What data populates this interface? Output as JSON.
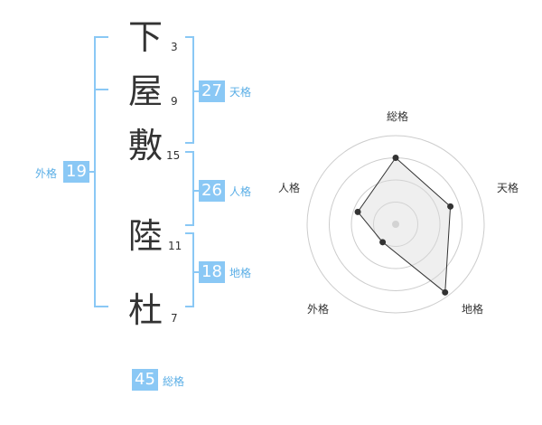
{
  "name_chars": [
    {
      "char": "下",
      "strokes": "3"
    },
    {
      "char": "屋",
      "strokes": "9"
    },
    {
      "char": "敷",
      "strokes": "15"
    },
    {
      "char": "陸",
      "strokes": "11"
    },
    {
      "char": "杜",
      "strokes": "7"
    }
  ],
  "kakusu": {
    "tenkaku": {
      "value": "27",
      "label": "天格"
    },
    "jinkaku": {
      "value": "26",
      "label": "人格"
    },
    "chikaku": {
      "value": "18",
      "label": "地格"
    },
    "gaikaku": {
      "value": "19",
      "label": "外格"
    },
    "soukaku": {
      "value": "45",
      "label": "総格"
    }
  },
  "radar": {
    "axes": [
      "総格",
      "天格",
      "地格",
      "外格",
      "人格"
    ],
    "values": [
      0.75,
      0.65,
      0.95,
      0.25,
      0.45
    ],
    "ring_count": 4
  },
  "colors": {
    "accent": "#8ac8f5",
    "accent_text": "#5aaee6",
    "bracket": "#8ac8f5"
  }
}
